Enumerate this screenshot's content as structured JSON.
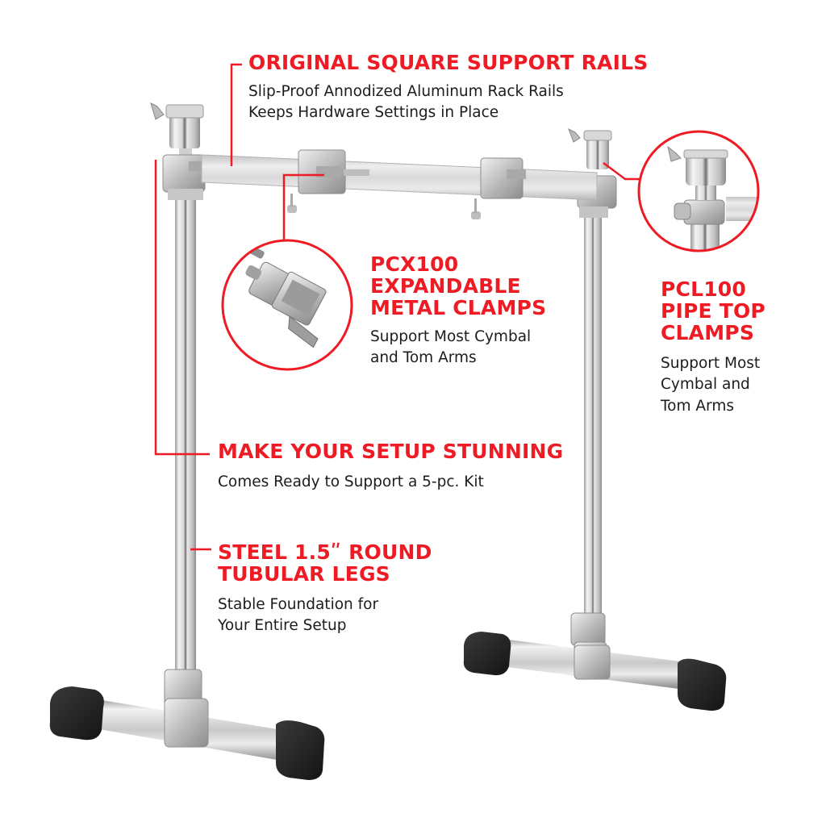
{
  "colors": {
    "accent": "#ee1b24",
    "text": "#1c1c1c",
    "background": "#ffffff",
    "chrome_light": "#f2f2f2",
    "chrome_mid": "#c8c8c8",
    "chrome_dark": "#8a8a8a",
    "rubber_feet": "#1e1e1e"
  },
  "product": {
    "image_alt": "Chrome drum rack with square aluminum support rails, two steel tubular legs and T-base feet with black rubber end caps"
  },
  "callouts": {
    "rails": {
      "title": "ORIGINAL SQUARE SUPPORT RAILS",
      "lines": [
        "Slip-Proof Annodized Aluminum Rack Rails",
        "Keeps Hardware Settings in Place"
      ]
    },
    "pcx100": {
      "title_lines": [
        "PCX100",
        "EXPANDABLE",
        "METAL CLAMPS"
      ],
      "lines": [
        "Support Most Cymbal",
        "and Tom Arms"
      ],
      "inset_image_alt": "PCX100 expandable metal clamp close-up"
    },
    "pcl100": {
      "title_lines": [
        "PCL100",
        "PIPE TOP",
        "CLAMPS"
      ],
      "lines": [
        "Support Most",
        "Cymbal and",
        "Tom Arms"
      ],
      "inset_image_alt": "PCL100 pipe top clamp close-up"
    },
    "stunning": {
      "title": "MAKE YOUR SETUP STUNNING",
      "lines": [
        "Comes Ready to Support a 5-pc. Kit"
      ]
    },
    "legs": {
      "title_lines": [
        "STEEL 1.5ʺ ROUND",
        "TUBULAR LEGS"
      ],
      "lines": [
        "Stable Foundation for",
        "Your Entire Setup"
      ]
    }
  }
}
